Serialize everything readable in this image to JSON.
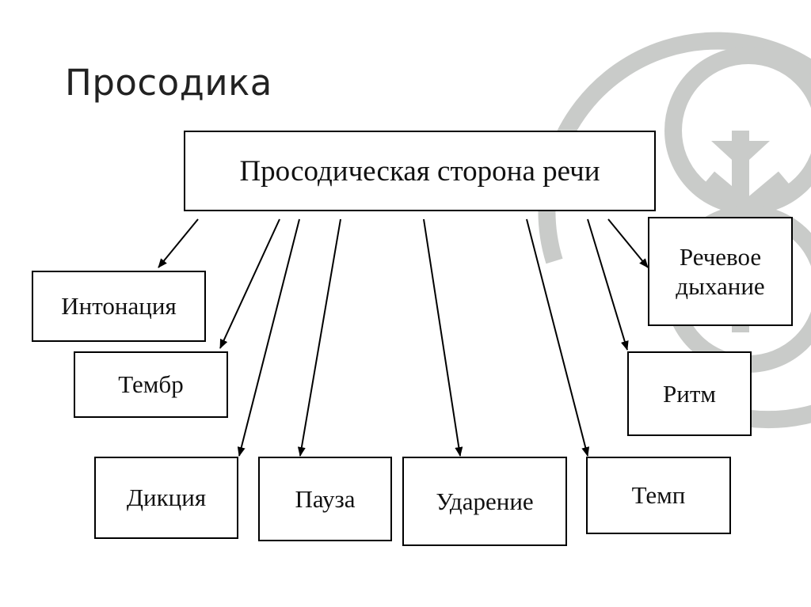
{
  "slide": {
    "title": "Просодика"
  },
  "diagram": {
    "root": "Просодическая сторона речи",
    "components": {
      "intonation": "Интонация",
      "timbre": "Тембр",
      "diction": "Дикция",
      "pause": "Пауза",
      "stress": "Ударение",
      "tempo": "Темп",
      "rhythm": "Ритм",
      "breathing": "Речевое дыхание"
    }
  },
  "colors": {
    "line": "#000000",
    "watermark": "#c9cbc9"
  }
}
